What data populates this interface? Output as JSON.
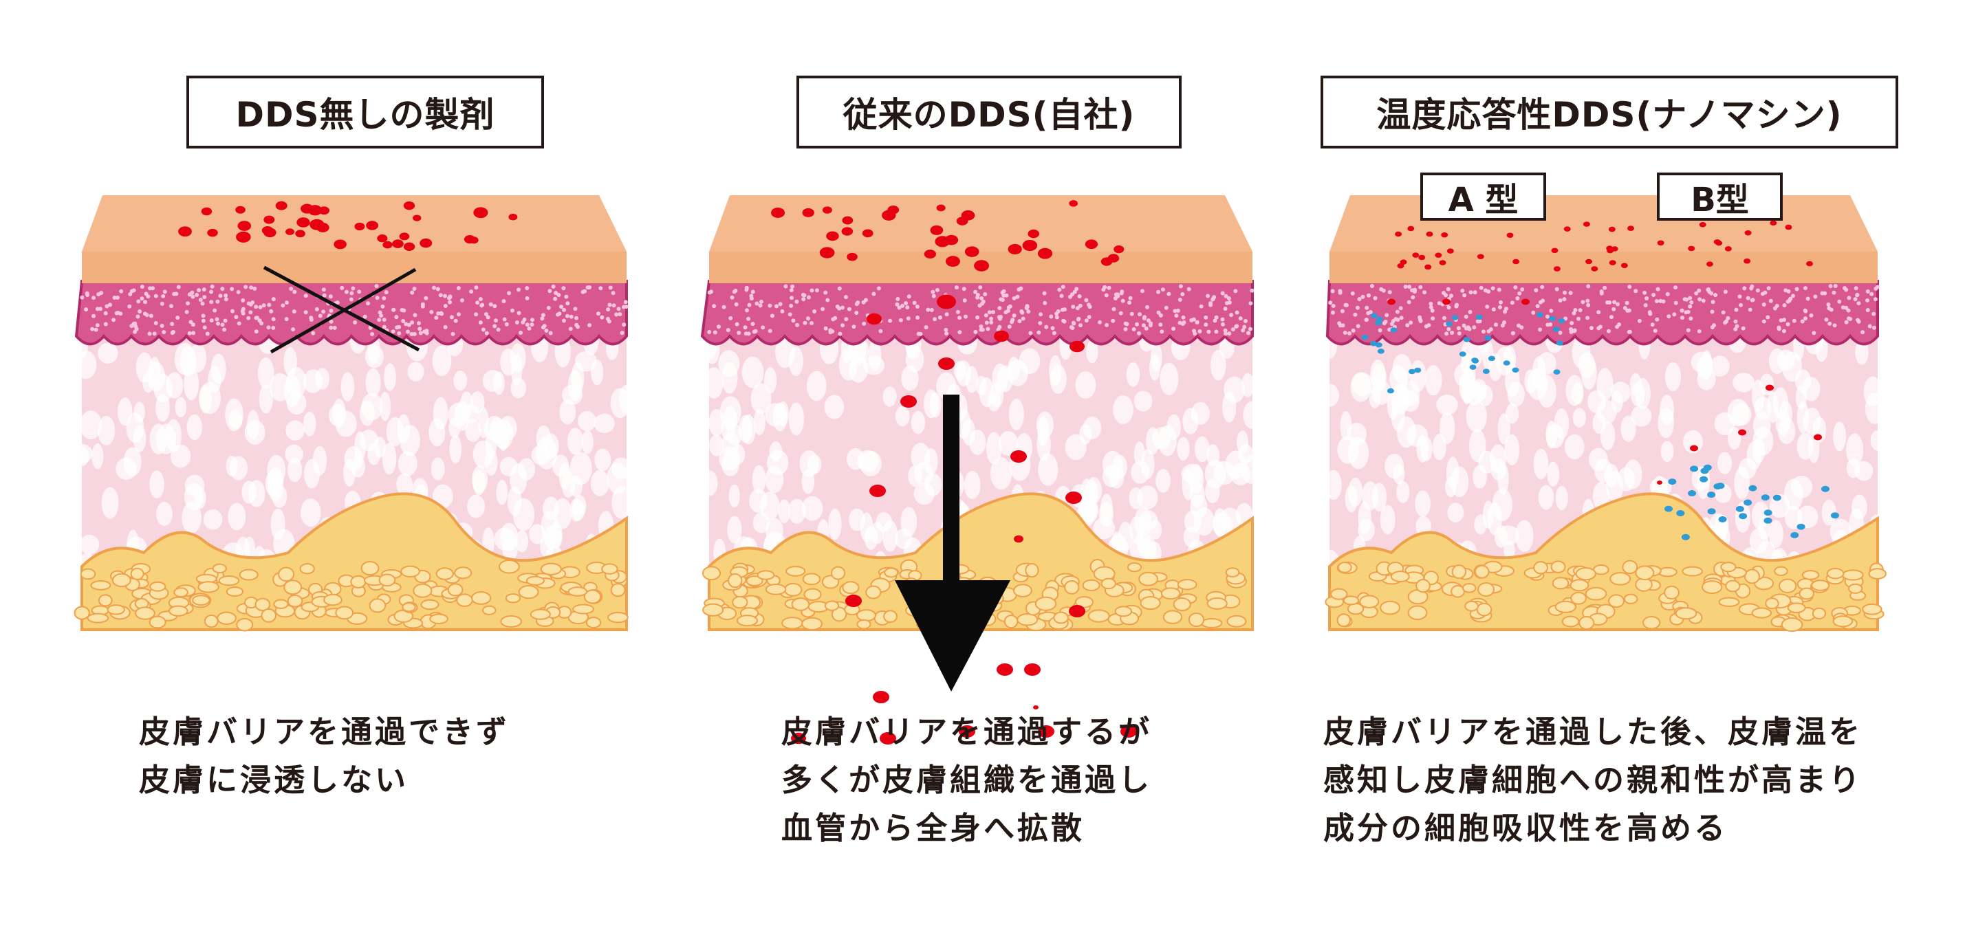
{
  "panels": [
    {
      "title": "DDS無しの製剤",
      "caption": [
        "皮膚バリアを通過できず",
        "皮膚に浸透しない"
      ]
    },
    {
      "title": "従来のDDS(自社)",
      "caption": [
        "皮膚バリアを通過するが",
        "多くが皮膚組織を通過し",
        "血管から全身へ拡散"
      ]
    },
    {
      "title": "温度応答性DDS(ナノマシン)",
      "type_labels": [
        "A 型",
        "B型"
      ],
      "caption": [
        "皮膚バリアを通過した後、皮膚温を",
        "感知し皮膚細胞への親和性が高まり",
        "成分の細胞吸収性を高める"
      ]
    }
  ],
  "colors": {
    "particle_red": "#e60012",
    "particle_blue": "#2e9bd6",
    "skin_surface": "#f5b98e",
    "epidermis": "#d9578f",
    "dermis": "#f8d6e0",
    "fat": "#f7d27a"
  }
}
